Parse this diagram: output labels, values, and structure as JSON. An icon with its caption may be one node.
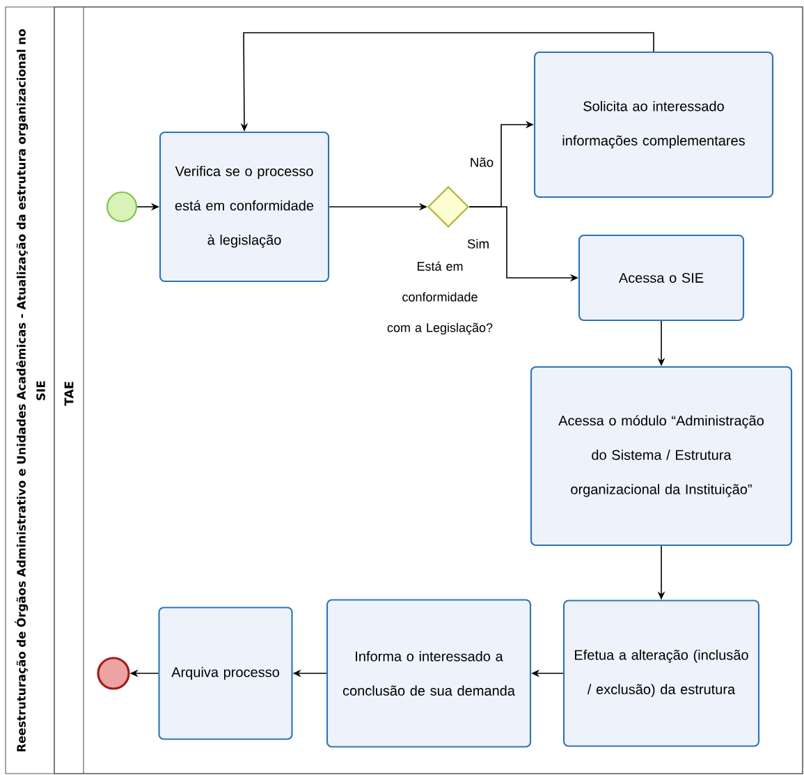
{
  "diagram": {
    "nodes": [
      {
        "text": [
          "Reestruturação de Órgãos Administrativo e Unidades Acadêmicas - Atualização da estrutura organizacional no SIE"
        ]
      },
      {
        "text": [
          "TAE"
        ],
        "in": 0
      },
      {
        "text": [],
        "shape": "circle",
        "in": 1
      },
      {
        "text": [
          "Verifica se o processo está em conformidade à legislação"
        ],
        "in": 1
      },
      {
        "text": [],
        "shape": "diamond",
        "in": 1,
        "beside": [
          "Está em conformidade com a Legislação?"
        ]
      },
      {
        "text": [
          "Solicita ao interessado informações complementares"
        ],
        "in": 1
      },
      {
        "text": [
          "Acessa o SIE"
        ],
        "in": 1
      },
      {
        "text": [
          "Acessa o módulo “Administração do Sistema / Estrutura organizacional da Instituição”"
        ],
        "in": 1
      },
      {
        "text": [
          "Efetua a alteração (inclusão / exclusão) da estrutura"
        ],
        "in": 1
      },
      {
        "text": [
          "Informa o interessado a conclusão de sua demanda"
        ],
        "in": 1
      },
      {
        "text": [
          "Arquiva processo"
        ],
        "in": 1
      },
      {
        "text": [],
        "shape": "circle",
        "in": 1
      }
    ],
    "edges": [
      {
        "from": 2,
        "to": 3,
        "arrow": "to"
      },
      {
        "from": 3,
        "to": 4,
        "arrow": "to"
      },
      {
        "from": 4,
        "to": 5,
        "arrow": "to",
        "label": "Não"
      },
      {
        "from": 4,
        "to": 6,
        "arrow": "to",
        "label": "Sim"
      },
      {
        "from": 5,
        "to": 3,
        "arrow": "to"
      },
      {
        "from": 6,
        "to": 7,
        "arrow": "to"
      },
      {
        "from": 7,
        "to": 8,
        "arrow": "to"
      },
      {
        "from": 8,
        "to": 9,
        "arrow": "to"
      },
      {
        "from": 9,
        "to": 10,
        "arrow": "to"
      },
      {
        "from": 10,
        "to": 11,
        "arrow": "to"
      }
    ]
  }
}
